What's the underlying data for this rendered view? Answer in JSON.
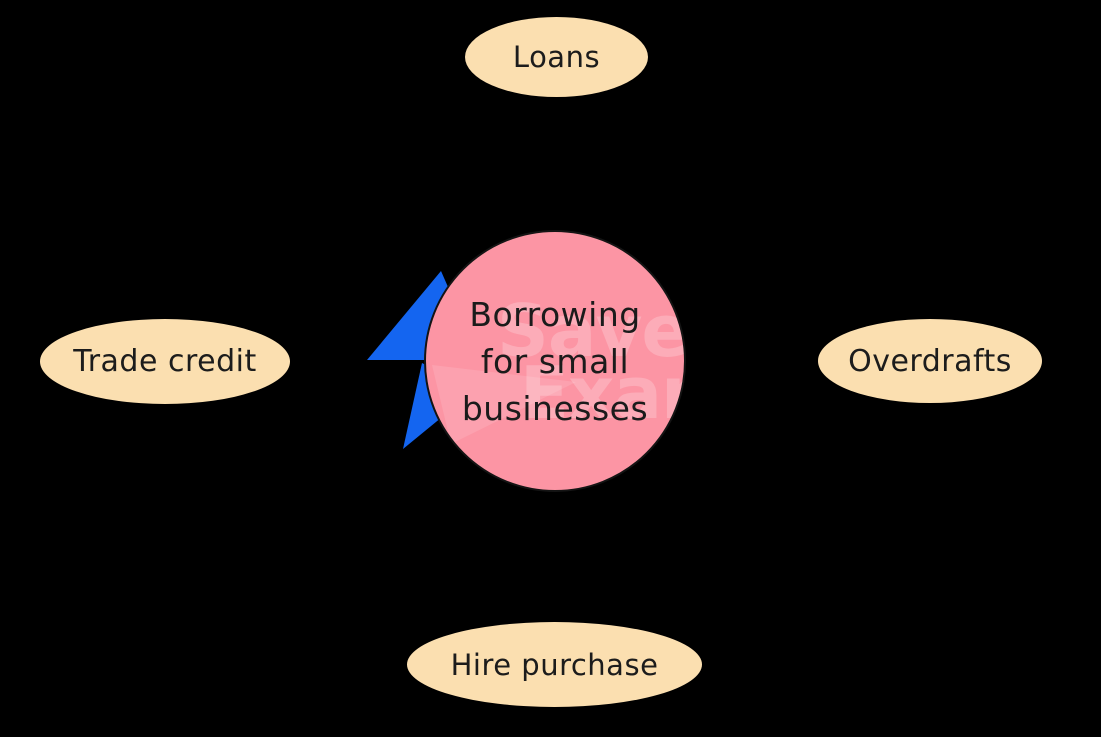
{
  "page": {
    "background_color": "#000000",
    "text_color": "#1c1c1c"
  },
  "diagram": {
    "type": "spider-diagram",
    "center": {
      "label": "Borrowing for small businesses",
      "lines": [
        "Borrowing",
        "for small",
        "businesses"
      ],
      "fill_color": "#FC95A4",
      "outline_color": "#141414"
    },
    "nodes": {
      "top": {
        "label": "Loans"
      },
      "left": {
        "label": "Trade credit"
      },
      "right": {
        "label": "Overdrafts"
      },
      "bottom": {
        "label": "Hire purchase"
      }
    },
    "node_fill_color": "#FBDFB0",
    "watermark": {
      "line1": "SaveMy",
      "line2": "Exams",
      "bolt_color": "#1465F0"
    }
  }
}
